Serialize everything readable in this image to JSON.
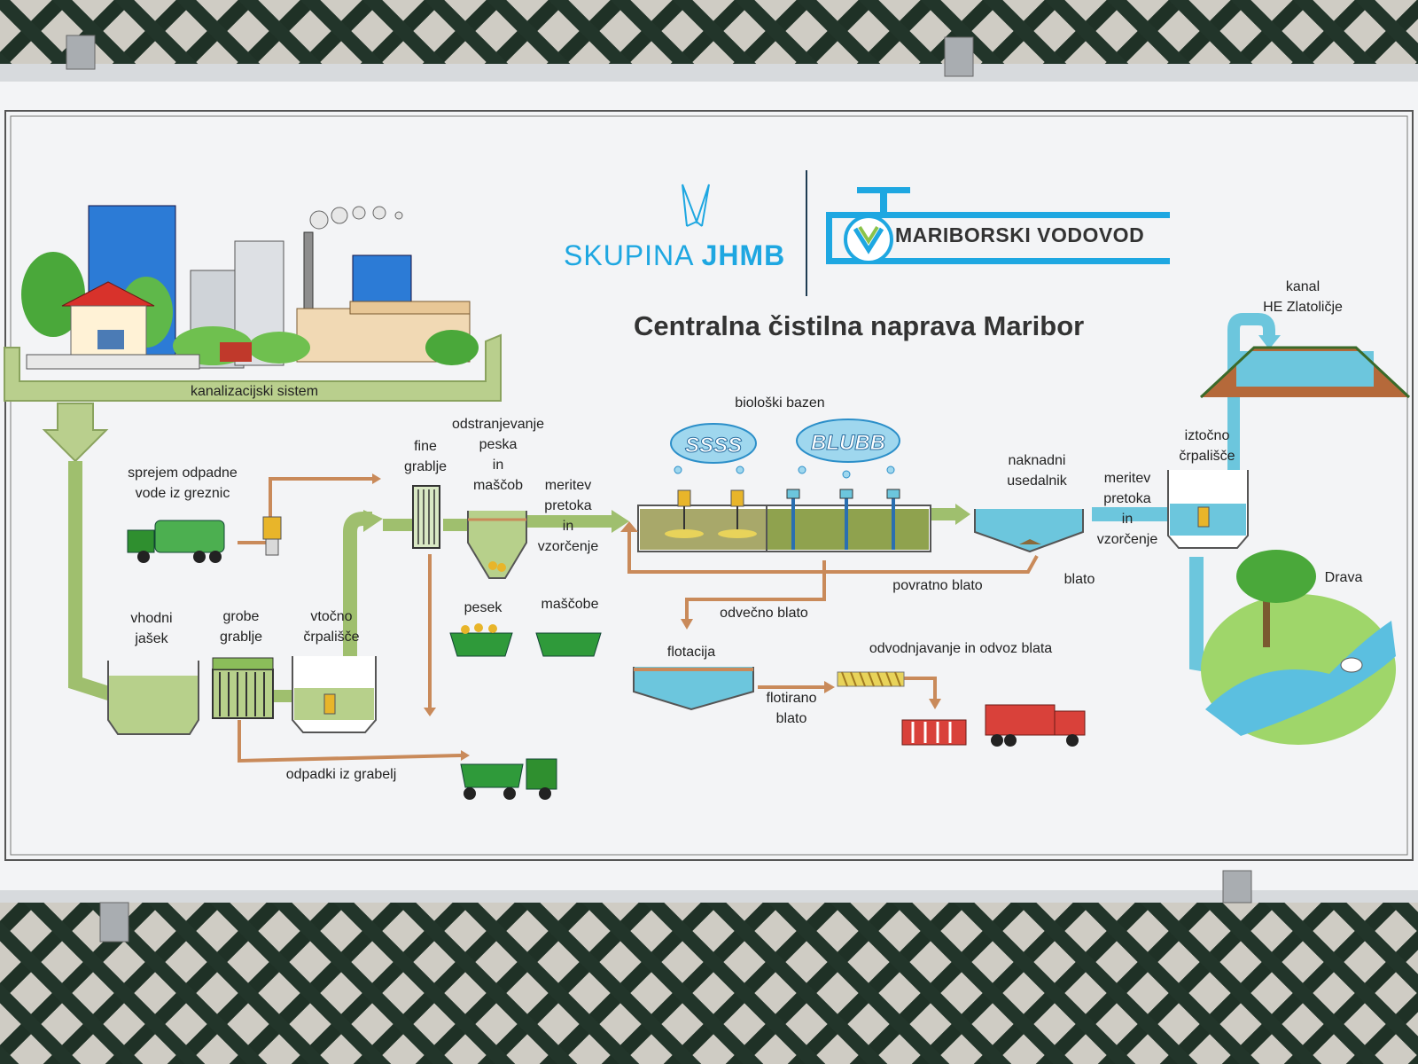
{
  "header": {
    "brand_left_prefix": "SKUPINA ",
    "brand_left_bold": "JHMB",
    "brand_right": "MARIBORSKI VODOVOD"
  },
  "title": "Centralna čistilna naprava Maribor",
  "bubbles": {
    "left": "SSSS",
    "right": "BLUBB"
  },
  "labels": {
    "sewer_system": "kanalizacijski sistem",
    "septage_reception": "sprejem odpadne\nvode iz greznic",
    "fine_screens": "fine\ngrablje",
    "grit_grease_removal": "odstranjevanje\npeska\nin\nmaščob",
    "flow_sampling_1": "meritev\npretoka\nin\nvzorčenje",
    "biological_basin": "biološki bazen",
    "secondary_clarifier": "naknadni\nusedalnik",
    "flow_sampling_2": "meritev\npretoka\nin\nvzorčenje",
    "outlet_pumping": "iztočno\nčrpališče",
    "canal": "kanal\nHE Zlatoličje",
    "river": "Drava",
    "inlet_shaft": "vhodni\njašek",
    "coarse_screens": "grobe\ngrablje",
    "inlet_pumping": "vtočno\nčrpališče",
    "sand": "pesek",
    "grease": "maščobe",
    "sludge": "blato",
    "return_sludge": "povratno blato",
    "excess_sludge": "odvečno blato",
    "flotation": "flotacija",
    "dewatering": "odvodnjavanje in odvoz blata",
    "floated_sludge": "flotirano\nblato",
    "screen_waste": "odpadki iz grabelj"
  },
  "colors": {
    "board": "#f3f4f6",
    "pipe_green": "#9fbf6e",
    "pipe_blue": "#6cc6dd",
    "pipe_orange": "#c98a5a",
    "brand_blue": "#1ea7e1",
    "truck_green": "#2f8f2f",
    "truck_red": "#d9413a"
  }
}
